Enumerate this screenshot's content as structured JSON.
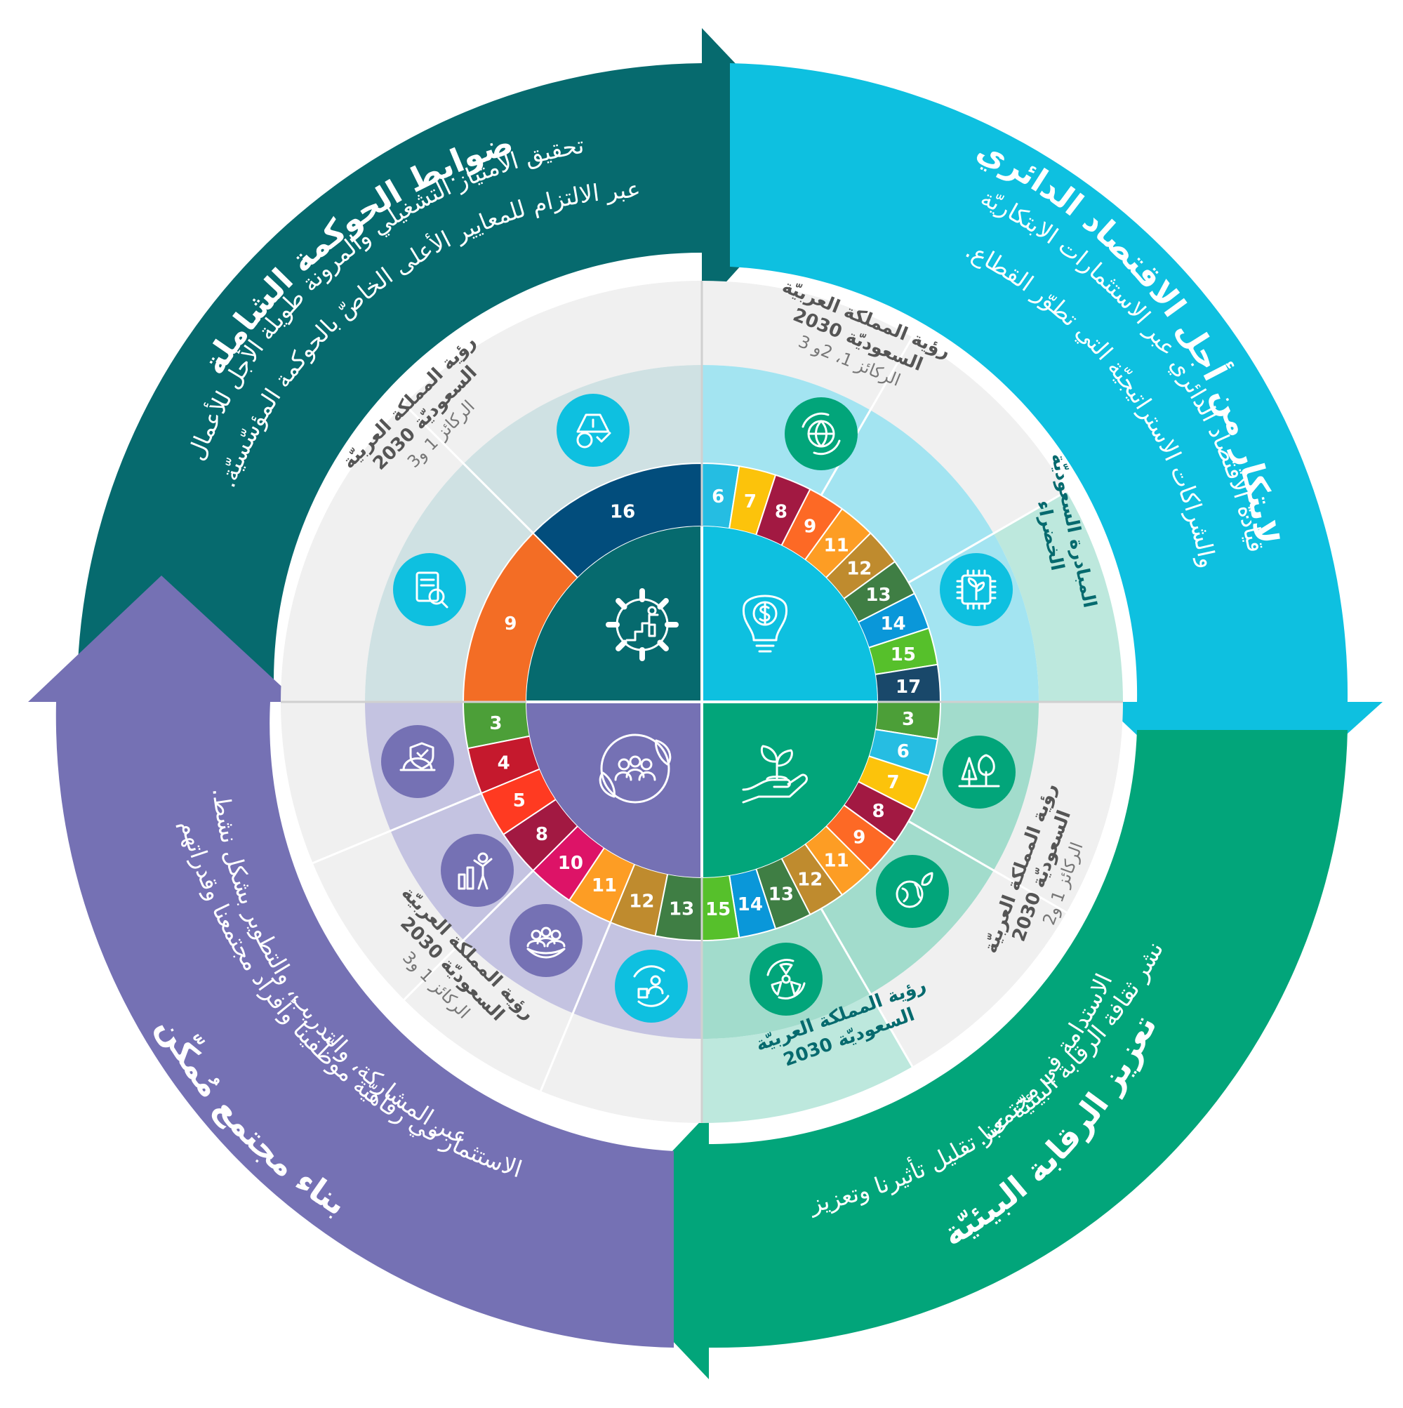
{
  "colors": {
    "governance": "#066a6e",
    "circular": "#0ec0e0",
    "environment": "#02a57a",
    "society": "#7571b4",
    "light_gray": "#f0f0f0",
    "light_blue": "#a3e4f1",
    "light_teal": "#bde8dd",
    "light_green": "#a2dccc",
    "light_purple": "#c4c3e1",
    "light_gray_blue": "#cfe1e3",
    "white": "#ffffff",
    "sdg_navy": "#024d7c"
  },
  "pillars": {
    "governance": {
      "title": "ضوابط الحوكمة الشاملة",
      "body_1": "تحقيق الامتياز التشغيلي والمرونة طويلة الأجل للأعمال",
      "body_2": "عبر الالتزام للمعايير الأعلى الخاصّ بالحوكمة المؤسّسيّة."
    },
    "circular": {
      "title": "الابتكار من أجل الاقتصاد الدائري",
      "body_1": "قيادة الاقتصاد الدائري عبر الاستثمارات الابتكاريّة",
      "body_2": "والشراكات الاستراتيجيّة التي تطوّر القطاع."
    },
    "environment": {
      "title": "تعزيز الرقابة البيئيّة",
      "body_1": "نشر ثقافة الرقابة البيئيّة عبر تقليل تأثيرنا وتعزيز",
      "body_2": "الاستدامة في مجتمعنا."
    },
    "society": {
      "title": "بناء مجتمع مُمكّن",
      "body_1": "الاستثمار في رفاهيّة موظّفينا وأفراد مجتمعنا وقدراتهم",
      "body_2": "عبر المشاركة، والتدريب، والتطوير بشكل نشط."
    }
  },
  "vision_labels": {
    "governance": {
      "line1": "رؤية المملكة العربيّة",
      "line2": "السعوديّة 2030",
      "line3": "الركائز 1 و3"
    },
    "circular": {
      "line1": "رؤية المملكة العربيّة",
      "line2": "السعوديّة 2030",
      "line3": "الركائز 1، 2و 3"
    },
    "green_initiative": {
      "line1": "المبادرة السعوديّة",
      "line2": "الخضراء"
    },
    "environment_right": {
      "line1": "رؤية المملكة العربيّة",
      "line2": "السعوديّة 2030",
      "line3": "الركائز 1 و2"
    },
    "environment_bottom": {
      "line1": "رؤية المملكة العربيّة",
      "line2": "السعوديّة 2030"
    },
    "society": {
      "line1": "رؤية المملكة العربيّة",
      "line2": "السعوديّة 2030",
      "line3": "الركائز 1 و3"
    }
  },
  "sdg": {
    "governance": [
      {
        "label": "9",
        "color": "#f36d25"
      },
      {
        "label": "16",
        "color": "#024d7c"
      }
    ],
    "circular": [
      {
        "label": "6",
        "color": "#25bde2"
      },
      {
        "label": "7",
        "color": "#fcc30b"
      },
      {
        "label": "8",
        "color": "#a21942"
      },
      {
        "label": "9",
        "color": "#fd6925"
      },
      {
        "label": "11",
        "color": "#fd9d24"
      },
      {
        "label": "12",
        "color": "#bf8b2e"
      },
      {
        "label": "13",
        "color": "#3f7e44"
      },
      {
        "label": "14",
        "color": "#0a97d9"
      },
      {
        "label": "15",
        "color": "#56c02b"
      },
      {
        "label": "17",
        "color": "#19486a"
      }
    ],
    "environment": [
      {
        "label": "3",
        "color": "#4c9f38"
      },
      {
        "label": "6",
        "color": "#26bde2"
      },
      {
        "label": "7",
        "color": "#fcc30b"
      },
      {
        "label": "8",
        "color": "#a21942"
      },
      {
        "label": "9",
        "color": "#fd6925"
      },
      {
        "label": "11",
        "color": "#fd9d24"
      },
      {
        "label": "12",
        "color": "#bf8b2e"
      },
      {
        "label": "13",
        "color": "#3f7e44"
      },
      {
        "label": "14",
        "color": "#0a97d9"
      },
      {
        "label": "15",
        "color": "#56c02b"
      }
    ],
    "society": [
      {
        "label": "3",
        "color": "#4c9f38"
      },
      {
        "label": "4",
        "color": "#c5192d"
      },
      {
        "label": "5",
        "color": "#ff3a21"
      },
      {
        "label": "8",
        "color": "#a21942"
      },
      {
        "label": "10",
        "color": "#dd1367"
      },
      {
        "label": "11",
        "color": "#fd9d24"
      },
      {
        "label": "12",
        "color": "#bf8b2e"
      },
      {
        "label": "13",
        "color": "#3f7e44"
      }
    ]
  },
  "icons": {
    "governance_center": "gear-growth-icon",
    "circular_center": "lightbulb-dollar-icon",
    "environment_center": "hand-plant-icon",
    "society_center": "community-leaves-icon",
    "governance_1": "warning-clock-check-icon",
    "governance_2": "document-search-icon",
    "circular_1": "globe-recycle-icon",
    "circular_2": "chip-leaf-icon",
    "environment_1": "forest-trees-icon",
    "environment_2": "earth-leaf-icon",
    "environment_3": "radiation-recycle-icon",
    "society_1": "safety-helmet-shield-icon",
    "society_2": "person-growth-chart-icon",
    "society_3": "group-leaf-icon",
    "society_4": "person-box-cycle-icon"
  }
}
